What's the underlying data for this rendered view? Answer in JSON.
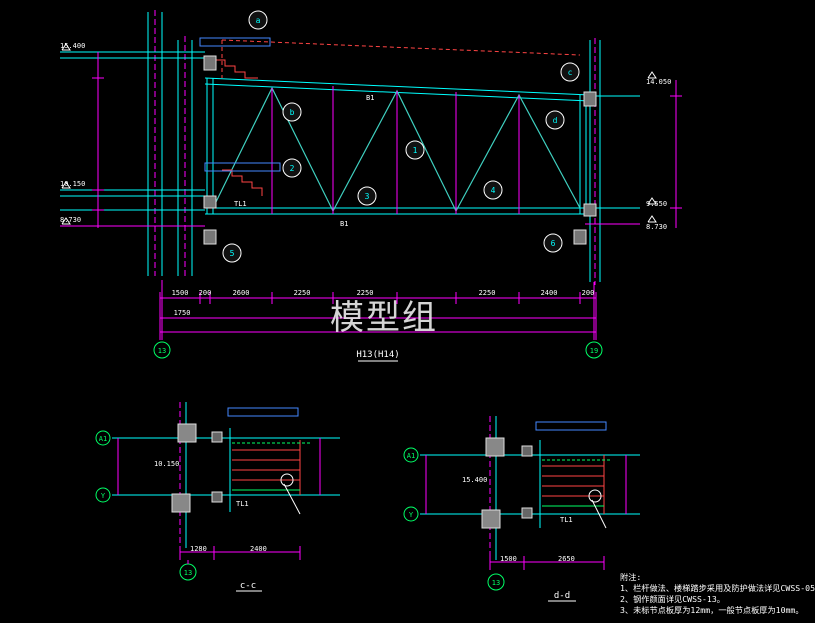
{
  "watermark": "模型组",
  "main": {
    "title": "H13(H14)",
    "axis_left": "13",
    "axis_right": "19",
    "elev_left_top": "15.400",
    "elev_left_mid": "10.150",
    "elev_left_low": "8.730",
    "elev_right_top": "14.050",
    "elev_right_mid": "9.550",
    "elev_right_low": "8.730",
    "dims_row1": [
      "1500",
      "200",
      "2600",
      "2250",
      "2250",
      "2250",
      "2400",
      "200"
    ],
    "dim_total": "1750",
    "label_b1_top": "B1",
    "label_b1_bot": "B1",
    "label_tl1": "TL1",
    "bubble_labels": [
      "a",
      "b",
      "c",
      "d",
      "1",
      "2",
      "3",
      "4",
      "5",
      "6"
    ]
  },
  "section_c": {
    "title": "c-c",
    "axis_a": "A1",
    "axis_y": "Y",
    "axis_13": "13",
    "dims": [
      "1280",
      "2400"
    ],
    "elev": "10.150",
    "label": "TL1"
  },
  "section_d": {
    "title": "d-d",
    "axis_a": "A1",
    "axis_y": "Y",
    "axis_13": "13",
    "dims": [
      "1500",
      "2650"
    ],
    "elev": "15.400",
    "label": "TL1"
  },
  "notes": [
    "附注:",
    "1、栏杆做法、楼梯踏步采用及防护做法详见CWSS-05",
    "2、钢作颜面详见CWSS-13。",
    "3、未标节点板厚为12mm，一般节点板厚为10mm。"
  ]
}
